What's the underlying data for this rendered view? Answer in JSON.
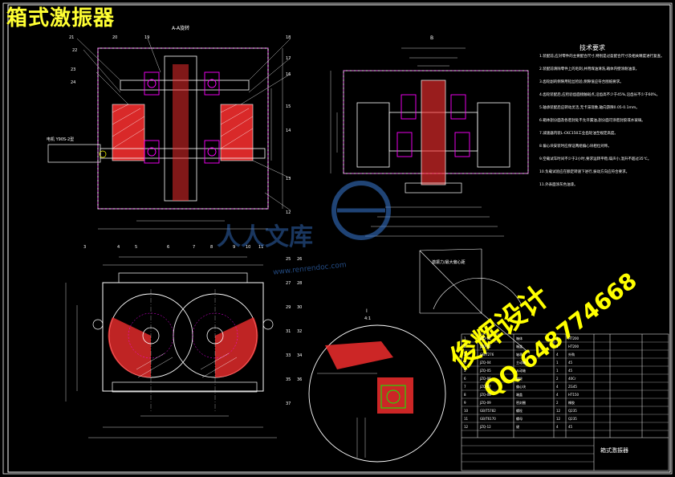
{
  "drawing": {
    "title": "箱式激振器",
    "section_label": "A-A旋转",
    "view_label_b": "B",
    "view_label_i": "I",
    "view_label_i_scale": "4:1",
    "motor_label": "电机 Y90S-2型",
    "cam_label": "激振力/最大偏心距",
    "tech_title": "技术要求",
    "watermark_brand": "人人文库",
    "watermark_site": "www.renrendoc.com",
    "watermark_designer": "俊辉设计",
    "watermark_qq": "QQ 648774668",
    "part_numbers_top": [
      "21",
      "20",
      "19",
      "18",
      "17",
      "16",
      "15",
      "14",
      "13",
      "12",
      "11",
      "10",
      "9",
      "8",
      "7",
      "6",
      "5",
      "4",
      "3",
      "22",
      "23",
      "24"
    ],
    "part_numbers_right": [
      "25",
      "26",
      "27",
      "28",
      "29",
      "30",
      "31",
      "32",
      "33",
      "34",
      "35",
      "36",
      "37"
    ],
    "title_block_name": "箱式激振器"
  },
  "colors": {
    "frame": "#ffffff",
    "magenta": "#ff00ff",
    "cyan": "#00ffff",
    "green": "#00ff00",
    "red": "#ff3030",
    "yellow": "#ffff00",
    "blue": "#3a7bd5",
    "gray": "#b0b0b0"
  },
  "notes": [
    "1.装配前,应对零件的主要配合尺寸,特别是过盈配合尺寸及相关精度进行复查。",
    "2.装配前清除零件上的毛刺,并用煤油清洗,箱体内壁涂耐油漆。",
    "3.齿轮副的侧隙用铅丝检验,侧隙值应符合图纸要求。",
    "4.齿轮装配后,应检验齿面接触斑点,沿齿高不少于45%,沿齿长不少于60%。",
    "5.轴承装配后应转动灵活,无卡滞现象,轴向游隙0.05-0.1mm。",
    "6.箱体剖分面及各密封处不允许漏油,剖分面可涂密封胶或水玻璃。",
    "7.减速器内装L-CKC150工业齿轮油至规定高度。",
    "8.偏心块安装时应保证两组偏心块相位对称。",
    "9.空载试车时间不少于2小时,要求运转平稳,噪声小,温升不超过35℃。",
    "10.负载试验应在额定转速下进行,振动方向应符合要求。",
    "11.外表面涂灰色油漆。"
  ],
  "title_block_rows": [
    [
      "1",
      "JZQ-01",
      "箱体",
      "1",
      "HT200"
    ],
    [
      "2",
      "JZQ-02",
      "箱盖",
      "1",
      "HT200"
    ],
    [
      "3",
      "GB/T276",
      "轴承",
      "4",
      "外购"
    ],
    [
      "4",
      "JZQ-04",
      "主动轴",
      "1",
      "45"
    ],
    [
      "5",
      "JZQ-05",
      "从动轴",
      "1",
      "45"
    ],
    [
      "6",
      "JZQ-06",
      "齿轮",
      "2",
      "40Cr"
    ],
    [
      "7",
      "JZQ-07",
      "偏心块",
      "4",
      "ZG45"
    ],
    [
      "8",
      "JZQ-08",
      "端盖",
      "4",
      "HT150"
    ],
    [
      "9",
      "JZQ-09",
      "密封圈",
      "2",
      "橡胶"
    ],
    [
      "10",
      "GB/T5782",
      "螺栓",
      "12",
      "Q235"
    ],
    [
      "11",
      "GB/T6170",
      "螺母",
      "12",
      "Q235"
    ],
    [
      "12",
      "JZQ-12",
      "键",
      "4",
      "45"
    ]
  ]
}
